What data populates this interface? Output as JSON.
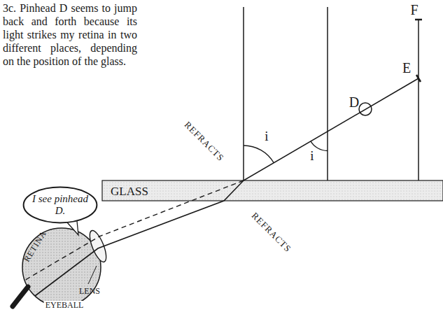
{
  "diagram": {
    "caption": "3c. Pinhead D seems to jump back and forth because its light strikes my retina in two different places, depending on the position of the glass.",
    "nodes": [
      {
        "text": [
          "I see pinhead D."
        ]
      },
      {
        "text": [
          "GLASS"
        ]
      }
    ],
    "labels": [
      "F",
      "E",
      "D",
      "i",
      "i",
      "REFRACTS",
      "REFRACTS",
      "RETINA",
      "LENS",
      "EYEBALL"
    ]
  }
}
